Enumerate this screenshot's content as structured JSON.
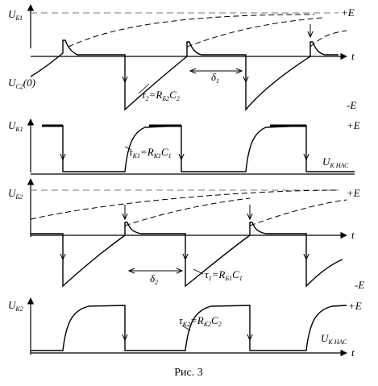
{
  "figure": {
    "caption": "Рис. 3"
  },
  "labels": {
    "p1": {
      "y_main": "U",
      "y_sub": "Б1",
      "plus_e": "+E",
      "minus_e": "-E",
      "t": "t",
      "uc2_main": "U",
      "uc2_sub": "C2",
      "uc2_tail": "(0)",
      "tau_lhs_main": "τ",
      "tau_lhs_sub": "2",
      "tau_rhs_main": "=R",
      "tau_rhs_sub": "Б2",
      "tau_rhs_tail": "C",
      "tau_rhs_tail_sub": "2",
      "delta_main": "δ",
      "delta_sub": "1"
    },
    "p2": {
      "y_main": "U",
      "y_sub": "К1",
      "plus_e": "+E",
      "tau_lhs_main": "τ",
      "tau_lhs_sub": "К1",
      "tau_rhs_main": "=R",
      "tau_rhs_sub": "К1",
      "tau_rhs_tail": "C",
      "tau_rhs_tail_sub": "1",
      "unas_main": "U",
      "unas_sub": "К НАС"
    },
    "p3": {
      "y_main": "U",
      "y_sub": "Б2",
      "plus_e": "+E",
      "minus_e": "-E",
      "t": "t",
      "delta_main": "δ",
      "delta_sub": "2",
      "tau_lhs_main": "τ",
      "tau_lhs_sub": "1",
      "tau_rhs_main": "=R",
      "tau_rhs_sub": "Б1",
      "tau_rhs_tail": "C",
      "tau_rhs_tail_sub": "1"
    },
    "p4": {
      "y_main": "U",
      "y_sub": "К2",
      "plus_e": "+E",
      "t": "t",
      "tau_lhs_main": "τ",
      "tau_lhs_sub": "К2",
      "tau_rhs_main": "=R",
      "tau_rhs_sub": "К2",
      "tau_rhs_tail": "C",
      "tau_rhs_tail_sub": "2",
      "unas_main": "U",
      "unas_sub": "К НАС"
    }
  }
}
